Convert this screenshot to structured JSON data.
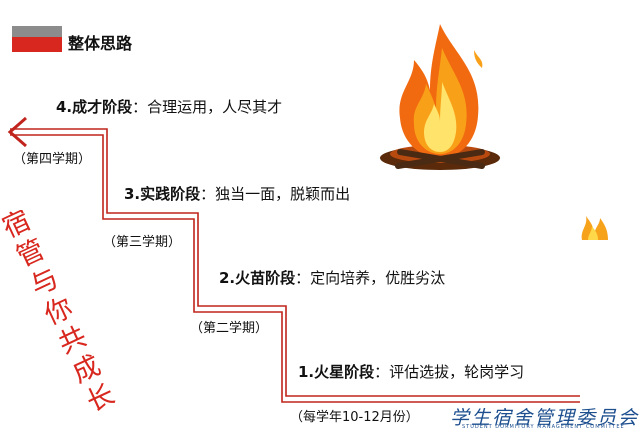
{
  "header": {
    "title": "整体思路",
    "accent_color": "#d8271e",
    "bar_color": "#8c8c8c"
  },
  "stages": [
    {
      "name": "4.成才阶段",
      "desc": "：合理运用，人尽其才"
    },
    {
      "name": "3.实践阶段",
      "desc": "：独当一面，脱颖而出"
    },
    {
      "name": "2.火苗阶段",
      "desc": "：定向培养，优胜劣汰"
    },
    {
      "name": "1.火星阶段",
      "desc": "：评估选拔，轮岗学习"
    }
  ],
  "semesters": [
    "（第四学期）",
    "（第三学期）",
    "（第二学期）",
    "（每学年10-12月份）"
  ],
  "slogan": "宿管与你共成长",
  "org": {
    "name": "学生宿舍管理委员会",
    "name_en": "STUDENT DORMITORY MANAGEMENT COMMITTEE"
  },
  "colors": {
    "stair_line": "#c0241c",
    "slogan": "#d8271e",
    "org": "#1d4f8f"
  }
}
